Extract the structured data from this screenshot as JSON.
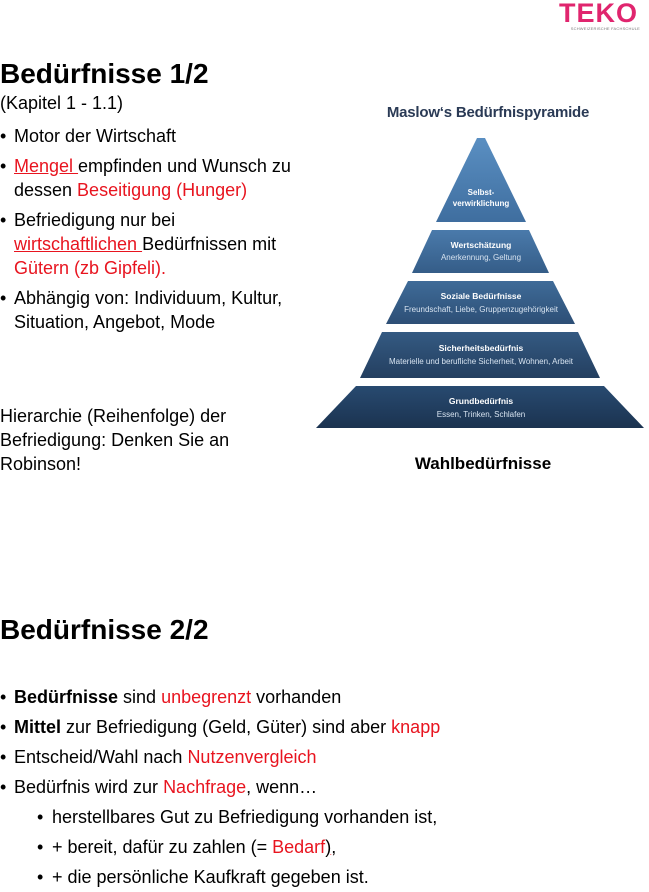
{
  "logo": {
    "name": "TEKO",
    "tagline": "SCHWEIZERISCHE FACHSCHULE"
  },
  "section1": {
    "title": "Bedürfnisse 1/2",
    "subtitle": "(Kapitel 1 - 1.1)",
    "bullets": {
      "b1": "Motor der Wirtschaft",
      "b2_red1": "Mengel ",
      "b2_t1": "empfinden und Wunsch zu dessen ",
      "b2_red2": "Beseitigung (Hunger)",
      "b3_t1": "Befriedigung nur bei ",
      "b3_red1": "wirtschaftlichen ",
      "b3_t2": "Bedürfnissen mit ",
      "b3_red2": "Gütern (zb Gipfeli).",
      "b4": "Abhängig von: Individuum, Kultur, Situation, Angebot, Mode"
    },
    "paragraph": "Hierarchie (Reihenfolge) der Befriedigung: Denken Sie an Robinson!"
  },
  "pyramid": {
    "title": "Maslow‘s Bedürfnispyramide",
    "levels": [
      {
        "title": "Selbst-",
        "title2": "verwirklichung",
        "sub": ""
      },
      {
        "title": "Wertschätzung",
        "sub": "Anerkennung, Geltung"
      },
      {
        "title": "Soziale Bedürfnisse",
        "sub": "Freundschaft, Liebe, Gruppenzugehörigkeit"
      },
      {
        "title": "Sicherheitsbedürfnis",
        "sub": "Materielle und berufliche Sicherheit, Wohnen, Arbeit"
      },
      {
        "title": "Grundbedürfnis",
        "sub": "Essen, Trinken, Schlafen"
      }
    ],
    "colors": [
      "#4d82b6",
      "#3f6c9c",
      "#355c86",
      "#2a4a6f",
      "#1f3a59"
    ],
    "caption": "Wahlbedürfnisse"
  },
  "section2": {
    "title": "Bedürfnisse 2/2",
    "items": {
      "i1_bold": "Bedürfnisse",
      "i1_t1": " sind ",
      "i1_red": "unbegrenzt",
      "i1_t2": " vorhanden",
      "i2_bold": "Mittel",
      "i2_t1": " zur Befriedigung (Geld, Güter) sind aber ",
      "i2_red": "knapp",
      "i3_t1": "Entscheid/Wahl nach ",
      "i3_red": "Nutzenvergleich",
      "i4_t1": "Bedürfnis wird zur ",
      "i4_red": "Nachfrage",
      "i4_t2": ", wenn…",
      "s1": "herstellbares Gut zu Befriedigung vorhanden ist,",
      "s2_t1": "+ bereit, dafür zu zahlen (= ",
      "s2_red": "Bedarf",
      "s2_paren": ")",
      "s2_t2": ",",
      "s3": "+ die persönliche Kaufkraft gegeben ist."
    }
  }
}
